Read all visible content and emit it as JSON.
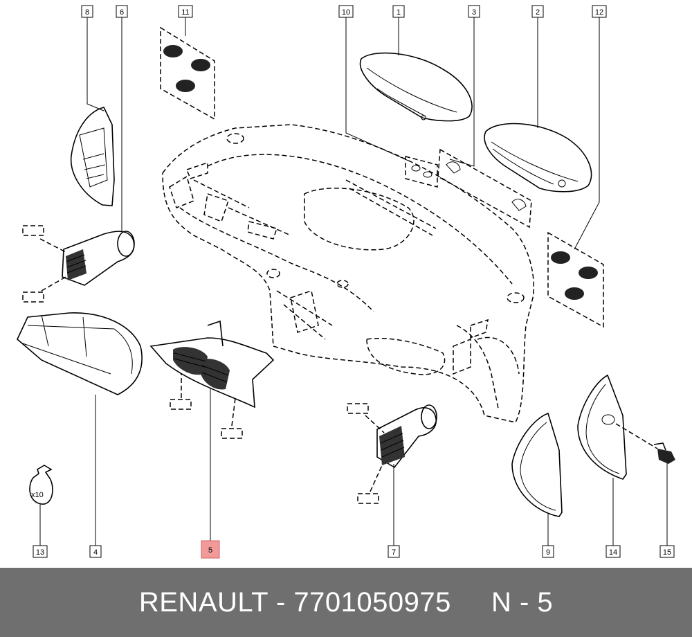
{
  "callouts": [
    {
      "id": "8",
      "label": "8"
    },
    {
      "id": "6",
      "label": "6"
    },
    {
      "id": "11",
      "label": "11"
    },
    {
      "id": "10",
      "label": "10"
    },
    {
      "id": "1",
      "label": "1"
    },
    {
      "id": "3",
      "label": "3"
    },
    {
      "id": "2",
      "label": "2"
    },
    {
      "id": "12",
      "label": "12"
    },
    {
      "id": "13",
      "label": "13"
    },
    {
      "id": "4",
      "label": "4"
    },
    {
      "id": "5",
      "label": "5",
      "highlighted": true
    },
    {
      "id": "7",
      "label": "7"
    },
    {
      "id": "9",
      "label": "9"
    },
    {
      "id": "14",
      "label": "14"
    },
    {
      "id": "15",
      "label": "15"
    }
  ],
  "bag_label": "x10",
  "highlight_color": "#f29a9a",
  "footer": {
    "text": "RENAULT - 7701050975     N - 5",
    "background": "#6f6f6f",
    "color": "#ffffff"
  }
}
